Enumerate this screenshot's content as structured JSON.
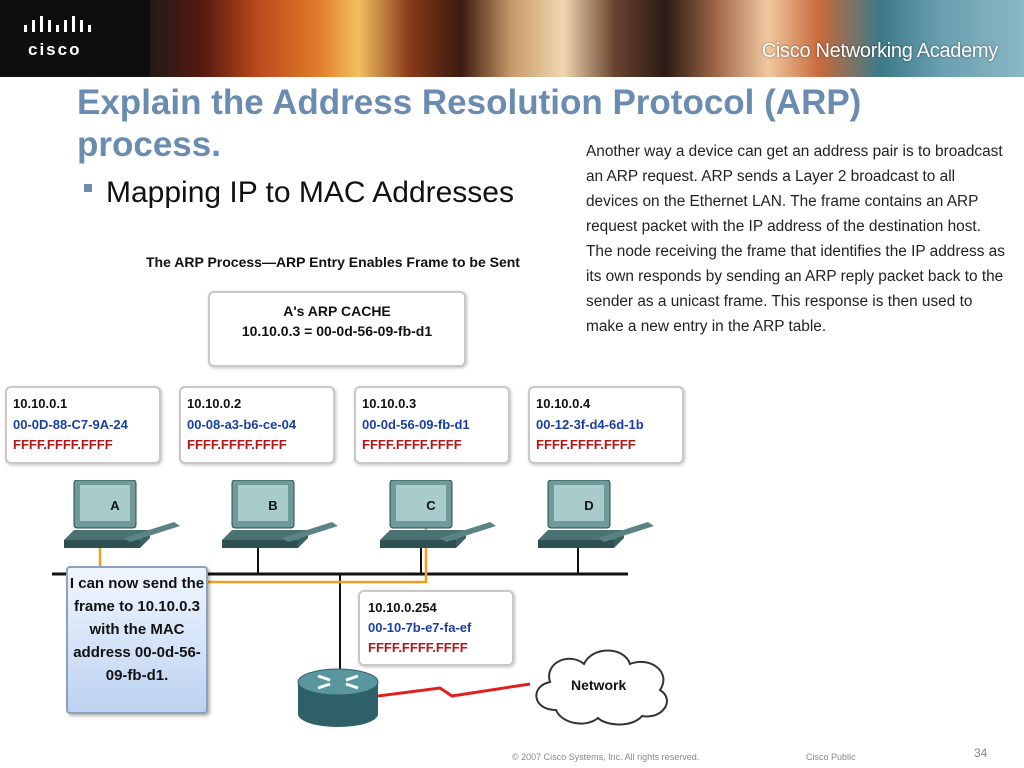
{
  "header": {
    "brand": "cisco",
    "academy": "Cisco Networking Academy"
  },
  "slide": {
    "title": "Explain the Address Resolution Protocol (ARP) process.",
    "bullet": "Mapping IP to MAC Addresses",
    "paragraph": "Another way a device can get an address pair is to broadcast an ARP request. ARP sends a Layer 2 broadcast to all devices on the Ethernet LAN. The frame contains an ARP request packet with the IP address of the destination host. The node receiving the frame that identifies the IP address as its own responds by sending an ARP reply packet back to the sender as a unicast frame. This response is then used to make a new entry in the ARP table."
  },
  "diagram": {
    "title": "The ARP Process—ARP Entry Enables Frame to be Sent",
    "cache_title": "A's ARP CACHE",
    "cache_entry": "10.10.0.3 = 00-0d-56-09-fb-d1",
    "hosts": [
      {
        "ip": "10.10.0.1",
        "mac": "00-0D-88-C7-9A-24",
        "broadcast": "FFFF.FFFF.FFFF",
        "label": "A"
      },
      {
        "ip": "10.10.0.2",
        "mac": "00-08-a3-b6-ce-04",
        "broadcast": "FFFF.FFFF.FFFF",
        "label": "B"
      },
      {
        "ip": "10.10.0.3",
        "mac": "00-0d-56-09-fb-d1",
        "broadcast": "FFFF.FFFF.FFFF",
        "label": "C"
      },
      {
        "ip": "10.10.0.4",
        "mac": "00-12-3f-d4-6d-1b",
        "broadcast": "FFFF.FFFF.FFFF",
        "label": "D"
      }
    ],
    "gateway": {
      "ip": "10.10.0.254",
      "mac": "00-10-7b-e7-fa-ef",
      "broadcast": "FFFF.FFFF.FFFF"
    },
    "callout": "I can now send the frame to 10.10.0.3 with the MAC address 00-0d-56-09-fb-d1.",
    "network_label": "Network",
    "colors": {
      "ip": "#111111",
      "mac": "#1a3fa0",
      "broadcast": "#b01818",
      "frame_path": "#f0a020",
      "wan_link": "#e02020"
    }
  },
  "footer": {
    "copyright": "© 2007 Cisco Systems, Inc. All rights reserved.",
    "classification": "Cisco Public",
    "page": "34"
  }
}
